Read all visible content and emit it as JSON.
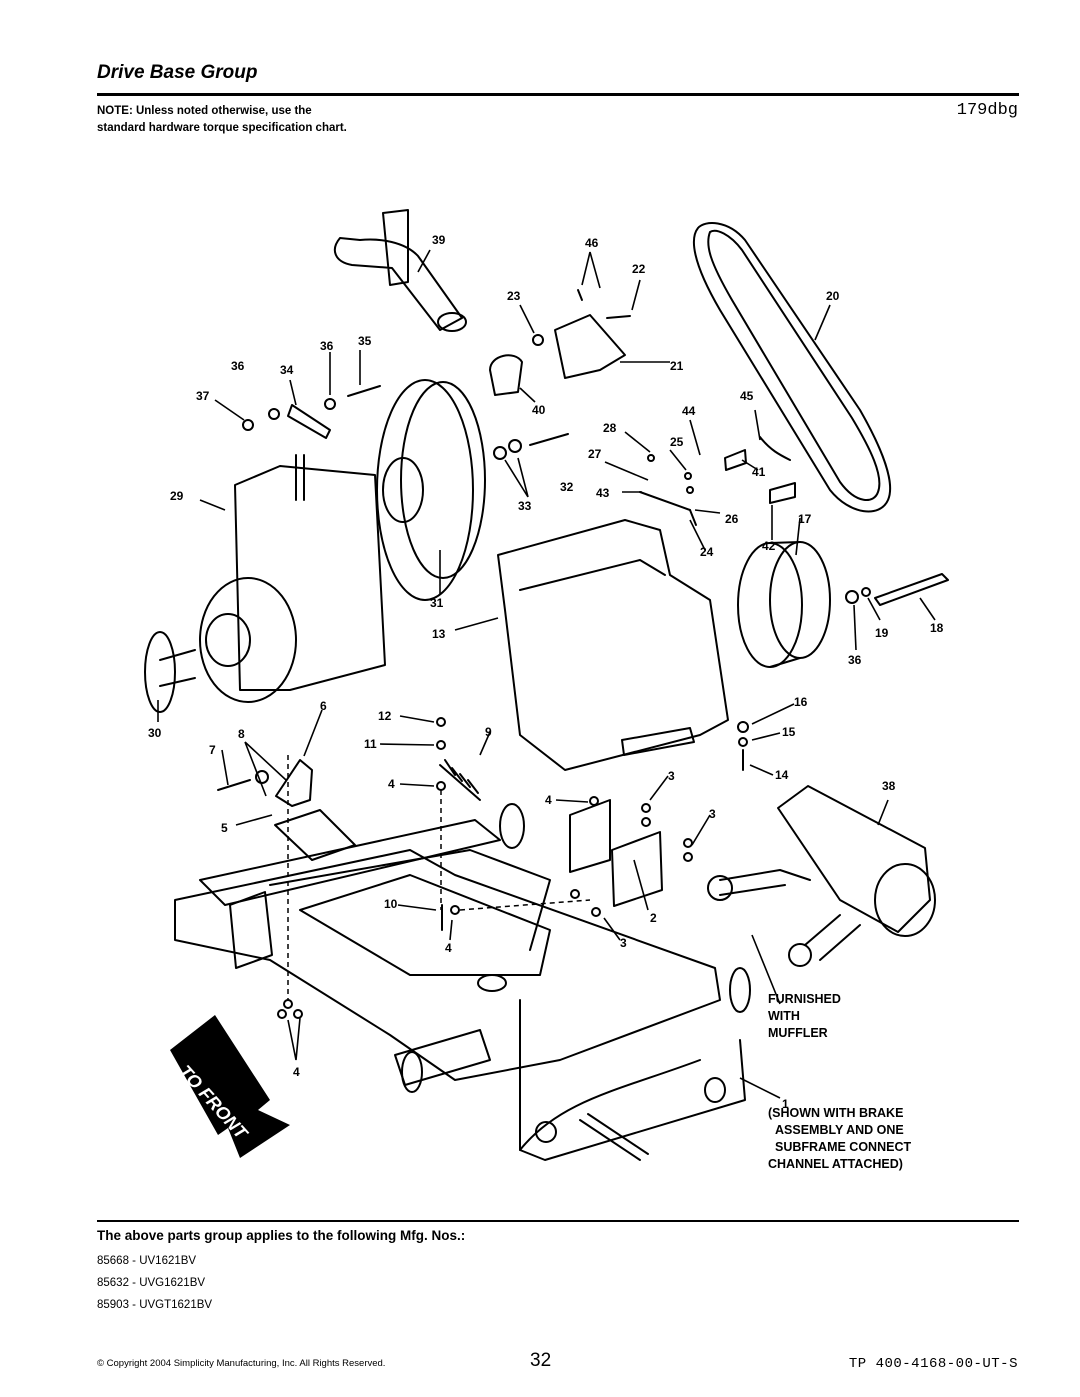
{
  "header": {
    "title": "Drive Base Group",
    "note": "NOTE: Unless noted otherwise, use the standard hardware torque specification chart.",
    "code": "179dbg"
  },
  "diagram": {
    "callouts": [
      "39",
      "46",
      "22",
      "23",
      "20",
      "36",
      "35",
      "21",
      "36",
      "34",
      "37",
      "40",
      "45",
      "44",
      "28",
      "25",
      "27",
      "41",
      "29",
      "32",
      "33",
      "43",
      "26",
      "17",
      "24",
      "42",
      "31",
      "13",
      "18",
      "19",
      "36",
      "30",
      "8",
      "6",
      "12",
      "9",
      "11",
      "16",
      "15",
      "7",
      "4",
      "3",
      "14",
      "38",
      "4",
      "5",
      "3",
      "10",
      "2",
      "4",
      "3",
      "4",
      "1"
    ],
    "front_label": "TO FRONT",
    "muffler_note": [
      "FURNISHED",
      "WITH",
      "MUFFLER"
    ],
    "assembly_note": [
      "(SHOWN WITH BRAKE",
      "ASSEMBLY AND ONE",
      "SUBFRAME CONNECT",
      "CHANNEL ATTACHED)"
    ]
  },
  "applies": {
    "heading": "The above parts group applies to the following Mfg. Nos.:",
    "items": [
      "85668 - UV1621BV",
      "85632 - UVG1621BV",
      "85903 - UVGT1621BV"
    ]
  },
  "footer": {
    "copyright": "© Copyright 2004 Simplicity Manufacturing, Inc. All Rights Reserved.",
    "page": "32",
    "doc": "TP 400-4168-00-UT-S"
  }
}
